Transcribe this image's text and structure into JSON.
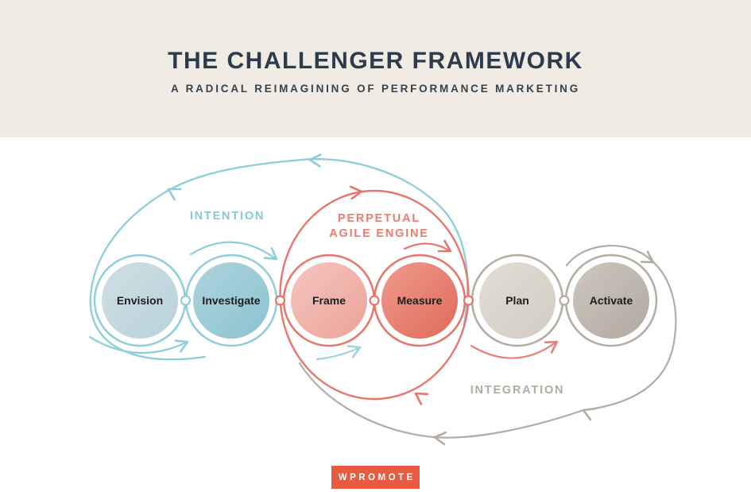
{
  "header": {
    "title": "THE CHALLENGER FRAMEWORK",
    "subtitle": "A RADICAL REIMAGINING OF PERFORMANCE MARKETING",
    "background_color": "#f0ece3",
    "text_color": "#2c3b4e"
  },
  "diagram": {
    "type": "flow-diagram",
    "loops": [
      {
        "label": "INTENTION",
        "color": "#8ccedb",
        "stages_covered": [
          "Envision",
          "Investigate"
        ],
        "direction": "counter-clockwise"
      },
      {
        "label": "PERPETUAL AGILE ENGINE",
        "label_line1": "PERPETUAL",
        "label_line2": "AGILE ENGINE",
        "color": "#e7756b",
        "stages_covered": [
          "Frame",
          "Measure"
        ],
        "direction": "clockwise"
      },
      {
        "label": "INTEGRATION",
        "color": "#b2aca3",
        "stages_covered": [
          "Plan",
          "Activate"
        ],
        "direction": "clockwise"
      }
    ],
    "stages": [
      {
        "label": "Envision",
        "ring_color": "#8ccedb",
        "fill_color": "#c3d8de"
      },
      {
        "label": "Investigate",
        "ring_color": "#8ccedb",
        "fill_color": "#9dcbd6"
      },
      {
        "label": "Frame",
        "ring_color": "#e7756b",
        "fill_color": "#f0b4ab"
      },
      {
        "label": "Measure",
        "ring_color": "#e7756b",
        "fill_color": "#e67f70"
      },
      {
        "label": "Plan",
        "ring_color": "#b2aca3",
        "fill_color": "#dad5cb"
      },
      {
        "label": "Activate",
        "ring_color": "#b2aca3",
        "fill_color": "#c0b9ae"
      }
    ]
  },
  "footer": {
    "logo_text": "WPROMOTE",
    "logo_background": "#e85a41",
    "logo_text_color": "#ffffff"
  }
}
